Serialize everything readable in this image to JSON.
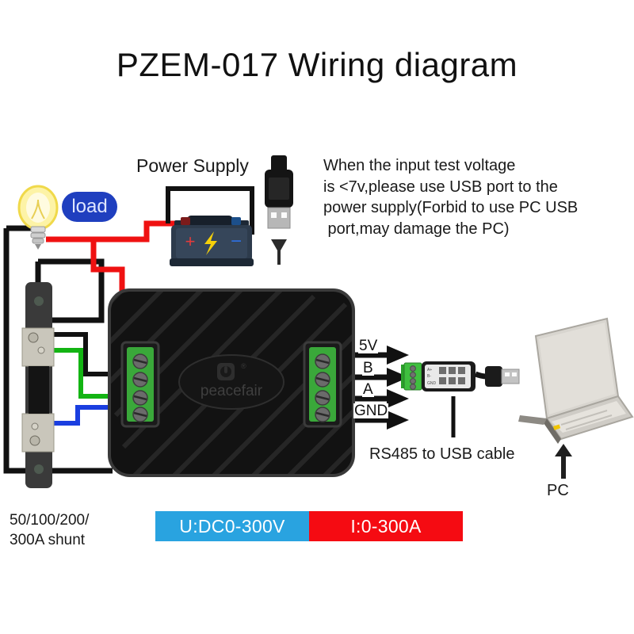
{
  "title": "PZEM-017 Wiring diagram",
  "labels": {
    "power_supply": "Power Supply",
    "rs485_cable": "RS485 to USB cable",
    "pc": "PC",
    "shunt": "50/100/200/\n300A shunt",
    "load": "load"
  },
  "note": {
    "line1": "When the input test voltage",
    "line2": "is <7v,please use USB port to the",
    "line3": "power supply(Forbid to use PC USB",
    "line4": " port,may damage the PC)",
    "full": "When the input test voltage\nis <7v,please use USB port to the\npower supply(Forbid to use PC USB\n port,may damage the PC)"
  },
  "pins": {
    "p1": "5V",
    "p2": "B",
    "p3": "A",
    "p4": "GND"
  },
  "banner": {
    "voltage": "U:DC0-300V",
    "current": "I:0-300A",
    "voltage_color": "#29a3e0",
    "current_color": "#f50b12"
  },
  "device": {
    "brand": "peacefair",
    "trademark": "®"
  },
  "colors": {
    "wire_red": "#ef1111",
    "wire_black": "#111111",
    "wire_green": "#13b413",
    "wire_blue": "#1a3ee0",
    "terminal_green": "#3aa83a",
    "case_black": "#131313",
    "battery_body": "#2d3b4c",
    "bolt_yellow": "#f5d00a",
    "badge_blue": "#1f3fbf",
    "laptop_silver": "#d8d5cf"
  }
}
